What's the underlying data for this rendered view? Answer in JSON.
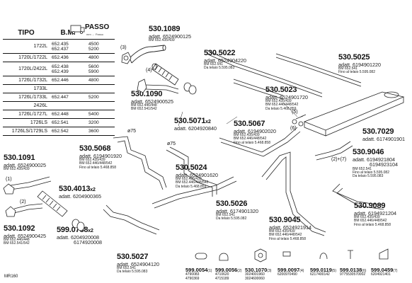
{
  "table": {
    "headers": {
      "tipo": "TIPO",
      "bm": "B.M.",
      "passo": "PASSO",
      "passo_sub": "mm ← Passo"
    },
    "rows": [
      {
        "tipo": "1722L",
        "bm": [
          "652.435",
          "652.437"
        ],
        "passo": [
          "4500",
          "5200"
        ]
      },
      {
        "tipo": "1720L/1722L",
        "bm": [
          "652.436"
        ],
        "passo": [
          "4800"
        ]
      },
      {
        "tipo": "1720L/2422L",
        "bm": [
          "652.438",
          "652.439"
        ],
        "passo": [
          "5600",
          "5900"
        ]
      },
      {
        "tipo": "1726L/1732L",
        "bm": [
          "652.446"
        ],
        "passo": [
          "4800"
        ]
      },
      {
        "tipo": "1733L",
        "bm": [],
        "passo": []
      },
      {
        "tipo": "1726L/1733L",
        "bm": [
          "652.447"
        ],
        "passo": [
          "5200"
        ]
      },
      {
        "tipo": "2426L",
        "bm": [],
        "passo": []
      },
      {
        "tipo": "1726L/1727L",
        "bm": [
          "652.448"
        ],
        "passo": [
          "5400"
        ]
      },
      {
        "tipo": "1726LS",
        "bm": [
          "652.541"
        ],
        "passo": [
          "3200"
        ]
      },
      {
        "tipo": "1726LS/1729LS",
        "bm": [
          "652.542"
        ],
        "passo": [
          "3600"
        ]
      }
    ]
  },
  "parts": [
    {
      "id": "p1",
      "pn": "530.1089",
      "adatt": "adatt. 6524900125",
      "notes": [
        "BM 652.435/439"
      ]
    },
    {
      "id": "p2",
      "pn": "530.5022",
      "adatt": "adatt. 6524904220",
      "notes": [
        "BM 652.541",
        "Da telaio 5.595.083"
      ]
    },
    {
      "id": "p3",
      "pn": "530.5025",
      "adatt": "adatt. 6194901220",
      "notes": [
        "BM 652.541",
        "Fino al telaio 5.595.082"
      ]
    },
    {
      "id": "p4",
      "pn": "530.1090",
      "adatt": "adatt. 6524900525",
      "notes": [
        "BM 652.446/448",
        "BM 652.541/542"
      ]
    },
    {
      "id": "p5",
      "pn": "530.5023",
      "adatt": "adatt. 6524901720",
      "notes": [
        "BM 652.435/439",
        "BM 652.446/448/542",
        "Da telaio 5.468.859"
      ]
    },
    {
      "id": "p6",
      "pn": "530.5071",
      "x2": "x2",
      "adatt": "adatt. 6204920840",
      "notes": []
    },
    {
      "id": "p7",
      "pn": "530.5067",
      "adatt": "adatt. 6194902020",
      "notes": [
        "BM 652.435/439",
        "BM 652.446/448/542",
        "Fino al telaio 5.468.858"
      ]
    },
    {
      "id": "p8",
      "pn": "530.7029",
      "adatt": "adatt. 6174901901",
      "notes": []
    },
    {
      "id": "p9",
      "pn": "530.5068",
      "adatt": "adatt. 6194901920",
      "notes": [
        "BM 652.435/439",
        "BM 652.446/448/542",
        "Fino al telaio 5.468.858"
      ]
    },
    {
      "id": "p10",
      "pn": "530.5024",
      "adatt": "adatt. 6524901620",
      "notes": [
        "BM 652.435/439",
        "BM 652.446/448/542",
        "Da telaio 5.468.859"
      ]
    },
    {
      "id": "p11",
      "pn": "530.9046",
      "adatt": "adatt. 6194921804",
      "adatt2": "6194923104",
      "notes": [
        "BM 652.541",
        "Fino al telaio 5.595.082",
        "Da telaio 5.595.083"
      ]
    },
    {
      "id": "p12",
      "pn": "530.1091",
      "adatt": "adatt. 6524900025",
      "notes": [
        "BM 652.435/439"
      ]
    },
    {
      "id": "p13",
      "pn": "530.4013",
      "x2": "x2",
      "adatt": "adatt. 6204900365",
      "notes": []
    },
    {
      "id": "p14",
      "pn": "530.1092",
      "adatt": "adatt. 6524900425",
      "notes": [
        "BM 652.446/448",
        "BM 652.541/542"
      ]
    },
    {
      "id": "p15",
      "pn": "530.5026",
      "adatt": "adatt. 6174901320",
      "notes": [
        "BM 652.541",
        "Da telaio 5.595.082"
      ]
    },
    {
      "id": "p16",
      "pn": "530.9045",
      "adatt": "adatt. 6524921914",
      "notes": [
        "BM 652.435/439",
        "BM 652.446/448/542",
        "Fino al telaio 5.468.858"
      ]
    },
    {
      "id": "p17",
      "pn": "530.9089",
      "adatt": "adatt. 6194921204",
      "notes": [
        "BM 652.435/439",
        "BM 652.446/448/542",
        "Fino al telaio 5.468.858"
      ]
    },
    {
      "id": "p18",
      "pn": "599.0738",
      "x2": "x2",
      "adatt": "adatt. 6204920008",
      "adatt2": "6174920008",
      "notes": []
    },
    {
      "id": "p19",
      "pn": "530.5027",
      "adatt": "adatt. 6524904120",
      "notes": [
        "BM 652.541",
        "Da telaio 5.595.083"
      ]
    }
  ],
  "hardware": [
    {
      "pn": "599.0054",
      "qty": "(1)",
      "adatt": "4790083",
      "adatt2": "4790369"
    },
    {
      "pn": "599.0056",
      "qty": "(2)",
      "adatt": "4710620",
      "adatt2": "4715189"
    },
    {
      "pn": "530.1070",
      "qty": "(3)",
      "adatt": "3024001960",
      "adatt2": "3024600060"
    },
    {
      "pn": "599.0097",
      "qty": "(4)",
      "adatt": "6200970490",
      "adatt2": ""
    },
    {
      "pn": "599.0119",
      "qty": "(5)",
      "adatt": "6217400142",
      "adatt2": ""
    },
    {
      "pn": "599.0138",
      "qty": "(6)",
      "adatt": "9775530570002",
      "adatt2": ""
    },
    {
      "pn": "599.0459",
      "qty": "(7)",
      "adatt": "6204921401",
      "adatt2": ""
    }
  ],
  "callouts": {
    "c1": "(1)",
    "c2": "(2)",
    "c3": "(3)",
    "c4": "(4)",
    "c5": "(5)",
    "c6": "(6)",
    "c27": "(2)+(7)",
    "phi75a": "ø75",
    "phi75b": "ø75"
  },
  "code": "MR160"
}
